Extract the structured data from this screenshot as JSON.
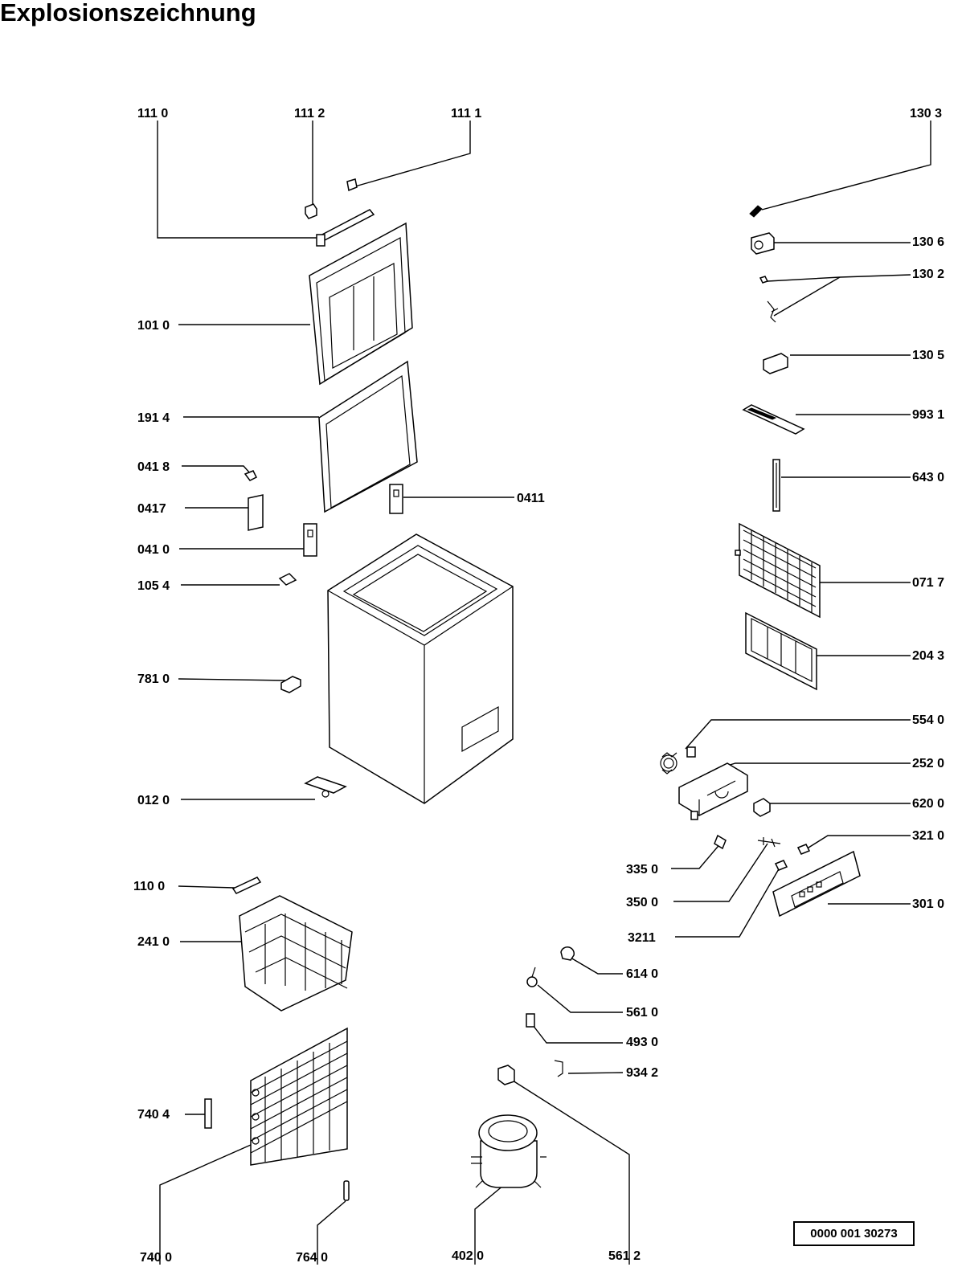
{
  "title": "Explosionszeichnung",
  "doc_number": "0000 001 30273",
  "labels": {
    "l1110": "111 0",
    "l1112": "111 2",
    "l1111": "111 1",
    "l1303": "130 3",
    "l1306": "130 6",
    "l1302": "130 2",
    "l1010": "101 0",
    "l1305": "130 5",
    "l1914": "191 4",
    "l9931": "993 1",
    "l0418": "041 8",
    "l6430": "643 0",
    "l0417": "0417",
    "l0411": "0411",
    "l0410": "041 0",
    "l1054": "105 4",
    "l0717": "071 7",
    "l7810": "781 0",
    "l2043": "204 3",
    "l5540": "554 0",
    "l2520": "252 0",
    "l0120": "012 0",
    "l6200": "620 0",
    "l3210": "321 0",
    "l3350": "335 0",
    "l1100": "110 0",
    "l3500": "350 0",
    "l3010": "301 0",
    "l2410": "241 0",
    "l3211": "3211",
    "l6140": "614 0",
    "l5610": "561 0",
    "l4930": "493 0",
    "l9342": "934 2",
    "l7404": "740 4",
    "l7400": "740 0",
    "l7640": "764 0",
    "l4020": "402 0",
    "l5612": "561 2"
  }
}
